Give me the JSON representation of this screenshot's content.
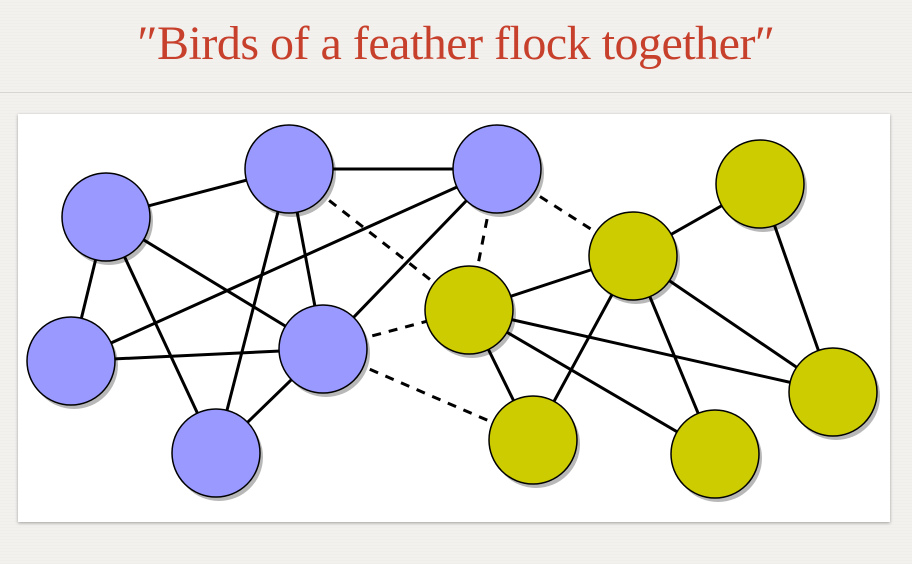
{
  "slide": {
    "title": "″Birds of a feather flock together″"
  },
  "colors": {
    "title": "#c7402c",
    "group_a": "#9999ff",
    "group_b": "#cccc00",
    "edge": "#000000",
    "background": "#f3f1ee"
  },
  "network": {
    "groups": [
      "group_a",
      "group_b"
    ],
    "nodes": [
      {
        "id": "a1",
        "group": "group_a"
      },
      {
        "id": "a2",
        "group": "group_a"
      },
      {
        "id": "a3",
        "group": "group_a"
      },
      {
        "id": "a4",
        "group": "group_a"
      },
      {
        "id": "a5",
        "group": "group_a"
      },
      {
        "id": "a6",
        "group": "group_a"
      },
      {
        "id": "b1",
        "group": "group_b"
      },
      {
        "id": "b2",
        "group": "group_b"
      },
      {
        "id": "b3",
        "group": "group_b"
      },
      {
        "id": "b4",
        "group": "group_b"
      },
      {
        "id": "b5",
        "group": "group_b"
      },
      {
        "id": "b6",
        "group": "group_b"
      }
    ],
    "edges": [
      {
        "from": "a1",
        "to": "a2",
        "style": "solid"
      },
      {
        "from": "a1",
        "to": "a4",
        "style": "solid"
      },
      {
        "from": "a1",
        "to": "a5",
        "style": "solid"
      },
      {
        "from": "a1",
        "to": "a6",
        "style": "solid"
      },
      {
        "from": "a2",
        "to": "a3",
        "style": "solid"
      },
      {
        "from": "a2",
        "to": "a5",
        "style": "solid"
      },
      {
        "from": "a2",
        "to": "a6",
        "style": "solid"
      },
      {
        "from": "a3",
        "to": "a4",
        "style": "solid"
      },
      {
        "from": "a3",
        "to": "a5",
        "style": "solid"
      },
      {
        "from": "a4",
        "to": "a5",
        "style": "solid"
      },
      {
        "from": "a5",
        "to": "a6",
        "style": "solid"
      },
      {
        "from": "b1",
        "to": "b2",
        "style": "solid"
      },
      {
        "from": "b1",
        "to": "b4",
        "style": "solid"
      },
      {
        "from": "b1",
        "to": "b5",
        "style": "solid"
      },
      {
        "from": "b1",
        "to": "b6",
        "style": "solid"
      },
      {
        "from": "b2",
        "to": "b3",
        "style": "solid"
      },
      {
        "from": "b2",
        "to": "b4",
        "style": "solid"
      },
      {
        "from": "b2",
        "to": "b5",
        "style": "solid"
      },
      {
        "from": "b2",
        "to": "b6",
        "style": "solid"
      },
      {
        "from": "b3",
        "to": "b4",
        "style": "solid"
      },
      {
        "from": "a2",
        "to": "b1",
        "style": "dashed"
      },
      {
        "from": "a3",
        "to": "b1",
        "style": "dashed"
      },
      {
        "from": "a3",
        "to": "b2",
        "style": "dashed"
      },
      {
        "from": "a5",
        "to": "b1",
        "style": "dashed"
      },
      {
        "from": "a5",
        "to": "b5",
        "style": "dashed"
      }
    ]
  }
}
